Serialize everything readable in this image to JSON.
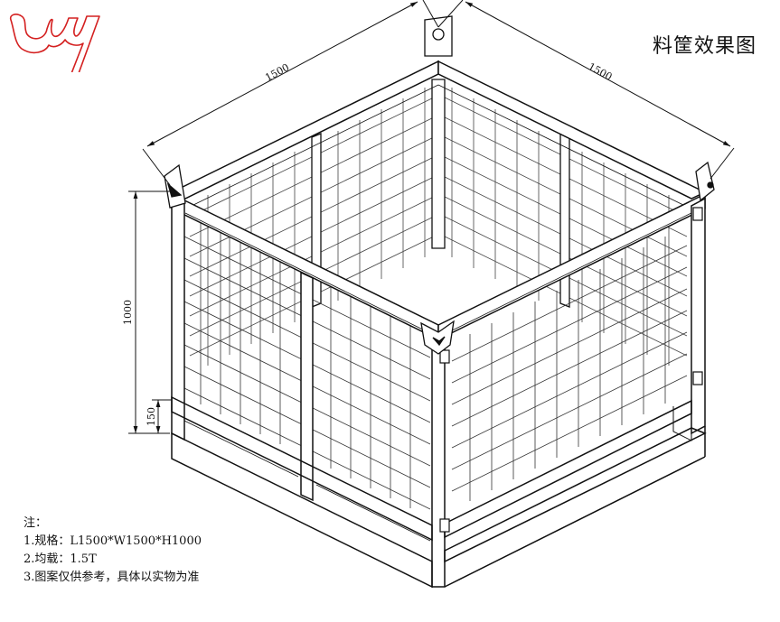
{
  "title": "料筐效果图",
  "logo": {
    "name": "wy-logo",
    "color": "#d42020"
  },
  "dimensions": {
    "length_left": "1500",
    "length_right": "1500",
    "height": "1000",
    "foot_height": "150"
  },
  "notes": {
    "heading": "注：",
    "items": [
      "1.规格：L1500*W1500*H1000",
      "2.均载：1.5T",
      "3.图案仅供参考，具体以实物为准"
    ]
  },
  "colors": {
    "line": "#111111",
    "grid": "#333333",
    "logo": "#d42020"
  }
}
